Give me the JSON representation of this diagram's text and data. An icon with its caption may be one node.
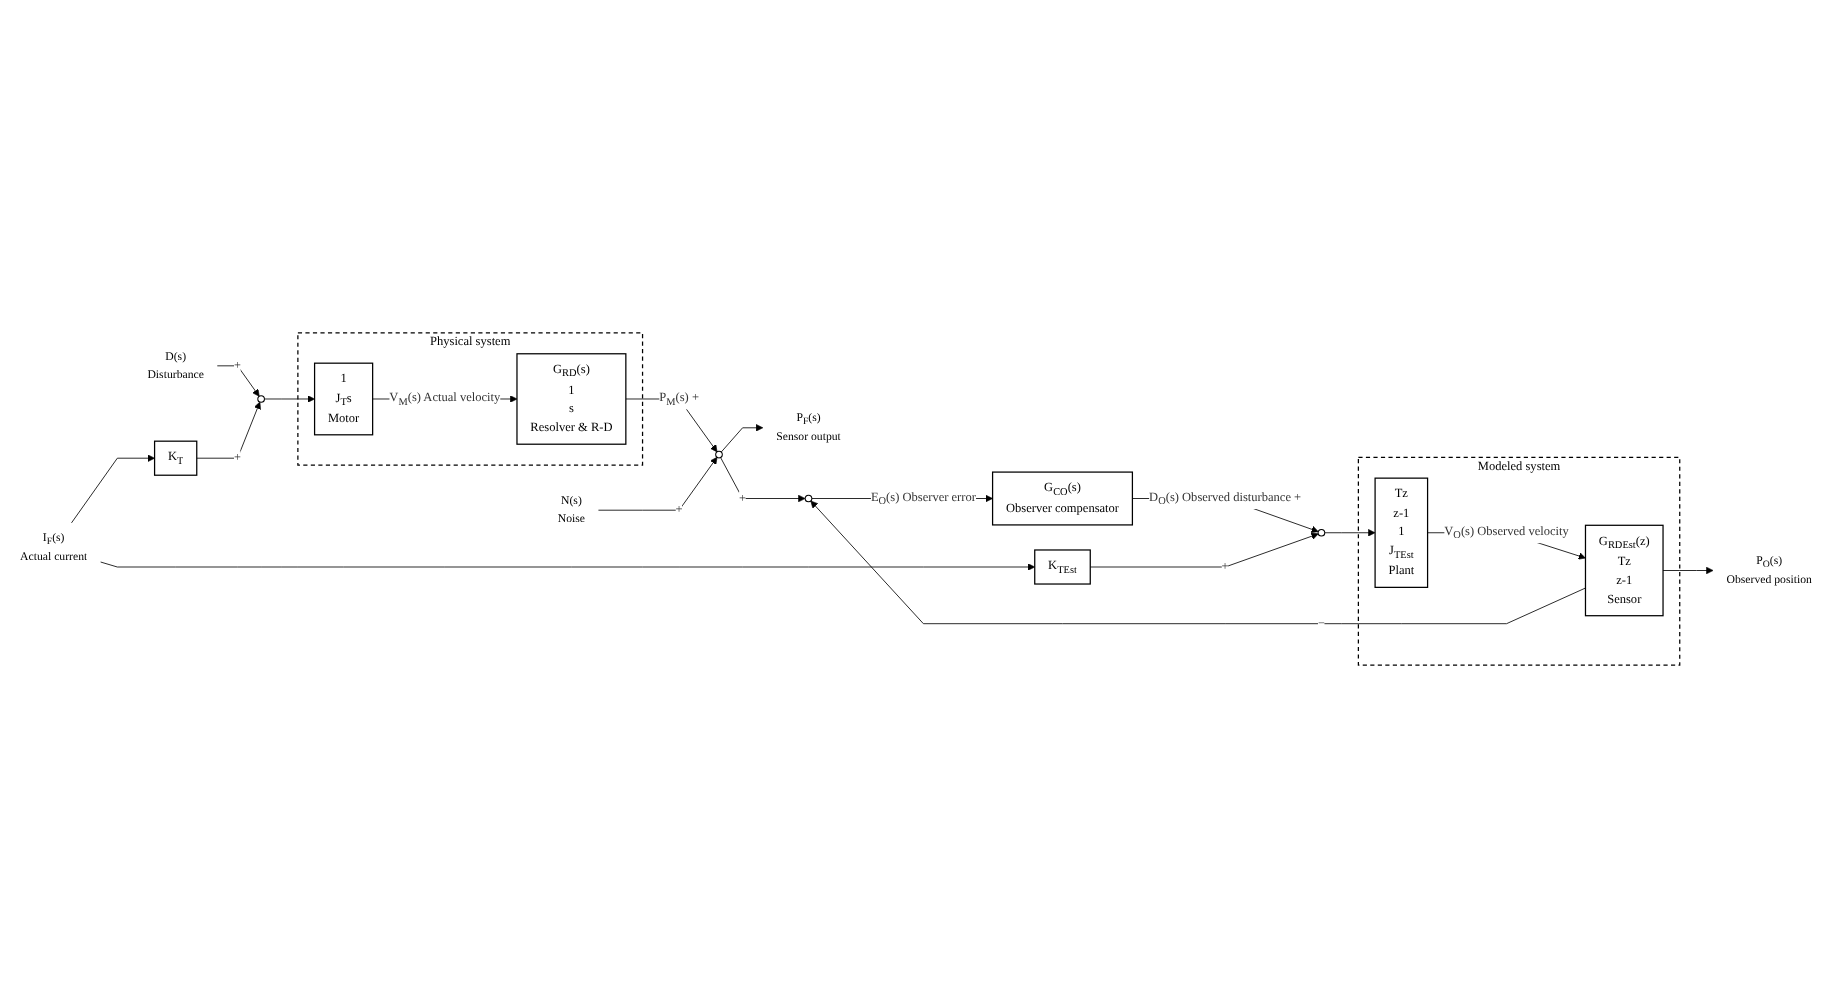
{
  "diagram": {
    "nodes": [
      {
        "text": [
          "D(s)",
          "Disturbance"
        ]
      },
      {
        "text": [
          "I$_{F}$(s)",
          "Actual current"
        ]
      },
      {
        "text": [
          "K$_{T}$"
        ]
      },
      {
        "text": [],
        "shape": "circle"
      },
      {
        "text": [
          "Physical system"
        ]
      },
      {
        "text": [
          "1",
          "J$_{T}$s",
          "Motor"
        ],
        "in": 4
      },
      {
        "text": [
          "G$_{RD}$(s)",
          "1",
          "s",
          "Resolver & R-D"
        ],
        "in": 4
      },
      {
        "text": [],
        "shape": "circle"
      },
      {
        "text": [
          "P$_{F}$(s)",
          "Sensor output"
        ]
      },
      {
        "text": [
          "N(s)",
          "Noise"
        ]
      },
      {
        "text": [],
        "shape": "circle"
      },
      {
        "text": [
          "G$_{CO}$(s)",
          "Observer compensator"
        ]
      },
      {
        "text": [],
        "shape": "circle"
      },
      {
        "text": [
          "K$_{TEst}$"
        ]
      },
      {
        "text": [
          "Modeled system"
        ]
      },
      {
        "text": [
          "Tz",
          "z-1",
          "1",
          "J$_{TEst}$",
          "Plant"
        ],
        "in": 14
      },
      {
        "text": [
          "G$_{RDEst}$(z)",
          "Tz",
          "z-1",
          "Sensor"
        ],
        "in": 14
      },
      {
        "text": [
          "P$_{O}$(s)",
          "Observed position"
        ]
      }
    ],
    "edges": [
      {
        "from": 0,
        "to": 3,
        "arrow": "to",
        "label": "+"
      },
      {
        "from": 1,
        "to": 2,
        "arrow": "to"
      },
      {
        "from": 2,
        "to": 3,
        "arrow": "to",
        "label": "+"
      },
      {
        "from": 3,
        "to": 5,
        "arrow": "to"
      },
      {
        "from": 5,
        "to": 6,
        "arrow": "to",
        "label": "V$_{M}$(s) Actual velocity"
      },
      {
        "from": 6,
        "to": 7,
        "arrow": "to",
        "label": "P$_{M}$(s) +"
      },
      {
        "from": 9,
        "to": 7,
        "arrow": "to",
        "label": "+"
      },
      {
        "from": 7,
        "to": 8,
        "arrow": "to"
      },
      {
        "from": 7,
        "to": 10,
        "arrow": "to",
        "label": "+"
      },
      {
        "from": 10,
        "to": 11,
        "arrow": "to",
        "label": "E$_{O}$(s) Observer error"
      },
      {
        "from": 11,
        "to": 12,
        "arrow": "to",
        "label": "D$_{O}$(s) Observed disturbance +"
      },
      {
        "from": 1,
        "to": 13,
        "arrow": "to"
      },
      {
        "from": 13,
        "to": 12,
        "arrow": "to",
        "label": "+"
      },
      {
        "from": 12,
        "to": 15,
        "arrow": "to"
      },
      {
        "from": 15,
        "to": 16,
        "arrow": "to",
        "label": "V$_{O}$(s) Observed velocity"
      },
      {
        "from": 16,
        "to": 17,
        "arrow": "to"
      },
      {
        "from": 16,
        "to": 10,
        "arrow": "to",
        "label": "−"
      }
    ]
  }
}
